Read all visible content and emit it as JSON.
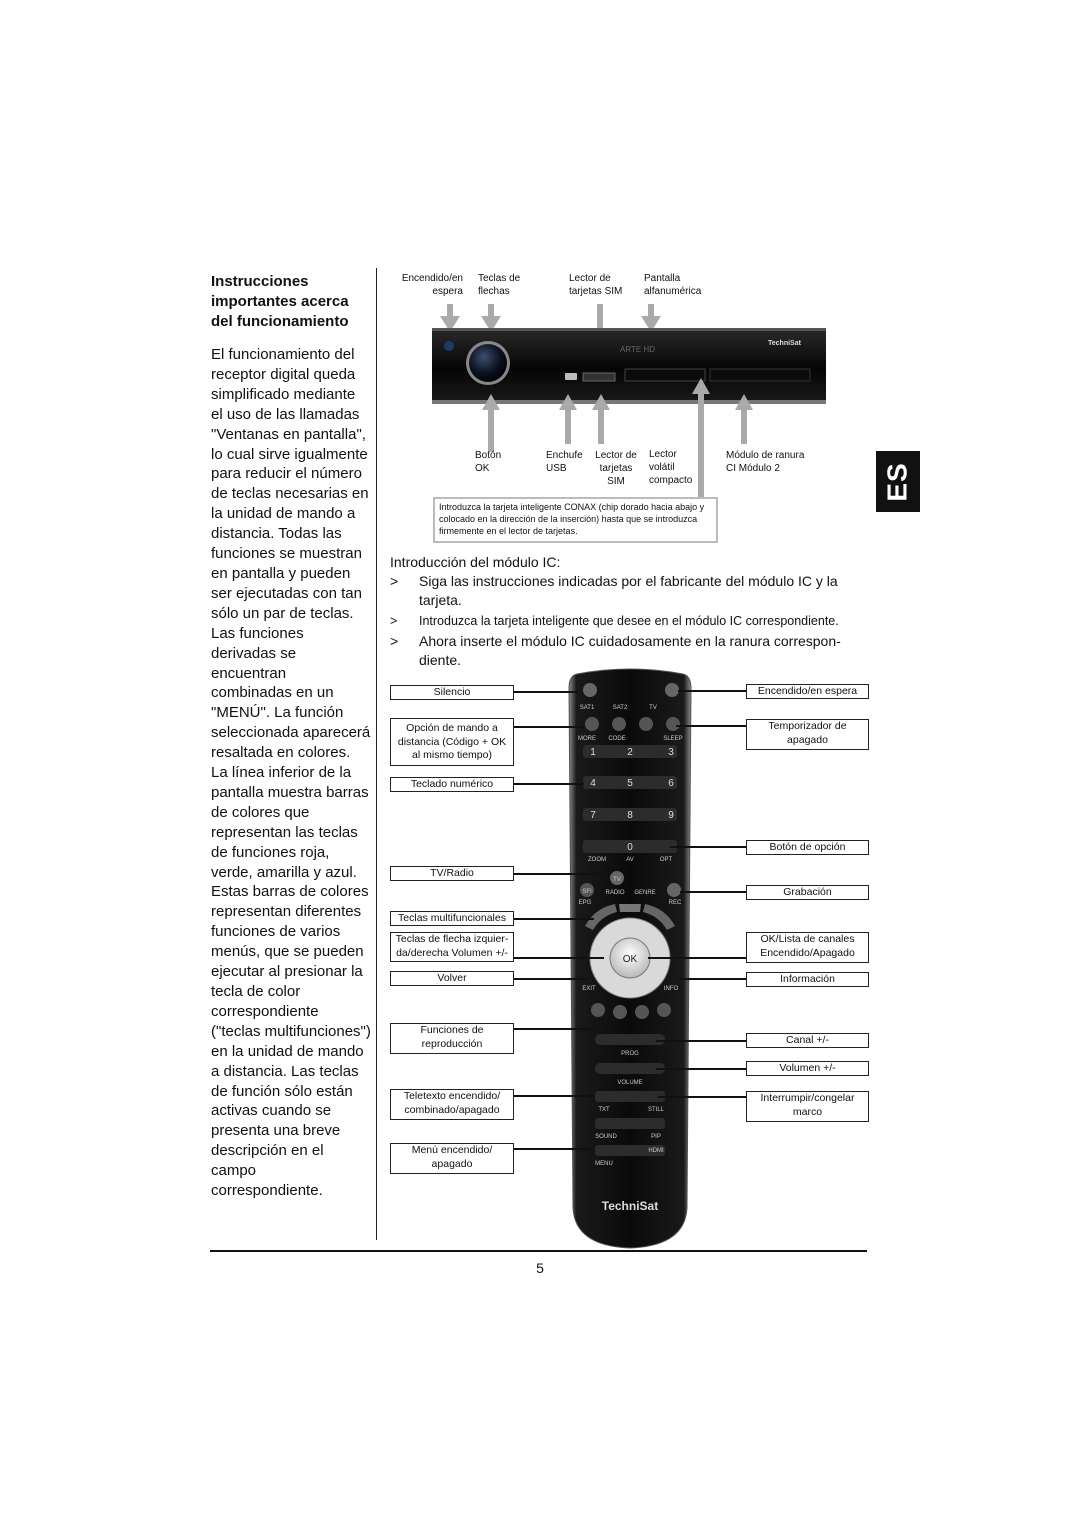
{
  "left": {
    "heading": "Instrucciones importantes acerca del funcionamiento",
    "body": "El funcionamiento del receptor digital queda simplificado mediante el uso de las llamadas \"Ventanas en pantalla\", lo cual sirve igualmente para reducir el número de teclas necesarias en la unidad de mando a distancia. Todas las funciones se muestran en pantalla y pueden ser ejecutadas con tan sólo un par de teclas. Las funciones derivadas se encuentran combinadas en un \"MENÚ\". La función seleccionada aparecerá resaltada en colores. La línea inferior de la pantalla muestra barras de colores que representan las teclas de funciones roja, verde, amarilla y azul. Estas barras de colores representan diferentes funciones de varios menús, que se pueden ejecutar al presionar la tecla de color correspondiente (\"teclas multifunciones\") en la unidad de mando a distancia. Las teclas de función sólo están activas cuando se presenta una breve descripción en el campo correspondiente."
  },
  "lang_tab": "ES",
  "receiver": {
    "brand": "TechniSat",
    "display_text": "ARTE HD",
    "top_labels": {
      "standby": [
        "Encendido/en",
        "espera"
      ],
      "arrows": [
        "Teclas de",
        "flechas"
      ],
      "sim_reader": [
        "Lector de",
        "tarjetas SIM"
      ],
      "display": [
        "Pantalla",
        "alfanumérica"
      ]
    },
    "bottom_labels": {
      "ok": [
        "Botón",
        "OK"
      ],
      "usb": [
        "Enchufe",
        "USB"
      ],
      "sim": [
        "Lector de",
        "tarjetas",
        "SIM"
      ],
      "compact": [
        "Lector",
        "volátil",
        "compacto"
      ],
      "ci": [
        "Módulo de ranura",
        "CI Módulo 2"
      ]
    },
    "note": "Introduzca la tarjeta inteligente CONAX (chip dorado hacia abajo y colocado en la dirección de la inserción) hasta que se introduzca firmemente en el lector de tarjetas."
  },
  "module": {
    "title": "Introducción del módulo IC:",
    "marker": ">",
    "steps": [
      "Siga las instrucciones indicadas por el fabricante del módulo IC y la tarjeta.",
      "Introduzca la tarjeta inteligente que desee en el módulo IC correspondiente.",
      "Ahora inserte el módulo IC cuidadosamente en la ranura correspon-diente."
    ]
  },
  "remote": {
    "brand": "TechniSat",
    "left_labels": {
      "silencio": "Silencio",
      "opcion_mando": "Opción de mando a distancia (Código + OK al mismo tiempo)",
      "teclado": "Teclado numérico",
      "tv_radio": "TV/Radio",
      "multifunc": "Teclas multifuncionales",
      "flechas": "Teclas de flecha izquier-da/derecha Volumen +/-",
      "volver": "Volver",
      "reproduccion": "Funciones de reproducción",
      "teletexto": "Teletexto encendido/ combinado/apagado",
      "menu": "Menú encendido/ apagado"
    },
    "right_labels": {
      "encendido": "Encendido/en espera",
      "temporizador": "Temporizador de apagado",
      "opcion": "Botón de opción",
      "grabacion": "Grabación",
      "ok_lista": "OK/Lista de canales Encendido/Apagado",
      "informacion": "Información",
      "canal": "Canal +/-",
      "volumen": "Volumen +/-",
      "interrumpir": "Interrumpir/congelar marco"
    },
    "buttons": {
      "sat1": "SAT1",
      "sat2": "SAT2",
      "tv": "TV",
      "more": "MORE",
      "code": "CODE",
      "sleep": "SLEEP",
      "k1": "1",
      "k2": "2",
      "k3": "3",
      "k4": "4",
      "k5": "5",
      "k6": "6",
      "k7": "7",
      "k8": "8",
      "k9": "9",
      "k0": "0",
      "zoom": "ZOOM",
      "av": "AV",
      "opt": "OPT",
      "tv_btn": "TV",
      "sfi": "SFI",
      "radio": "RADIO",
      "genre": "GENRE",
      "epg": "EPG",
      "rec": "REC",
      "ok": "OK",
      "exit": "EXIT",
      "info": "INFO",
      "prog": "PROG",
      "volume": "VOLUME",
      "txt": "TXT",
      "still": "STILL",
      "sound": "SOUND",
      "pip": "PIP",
      "menu": "MENU",
      "hdmi": "HDMI"
    }
  },
  "page_number": "5"
}
